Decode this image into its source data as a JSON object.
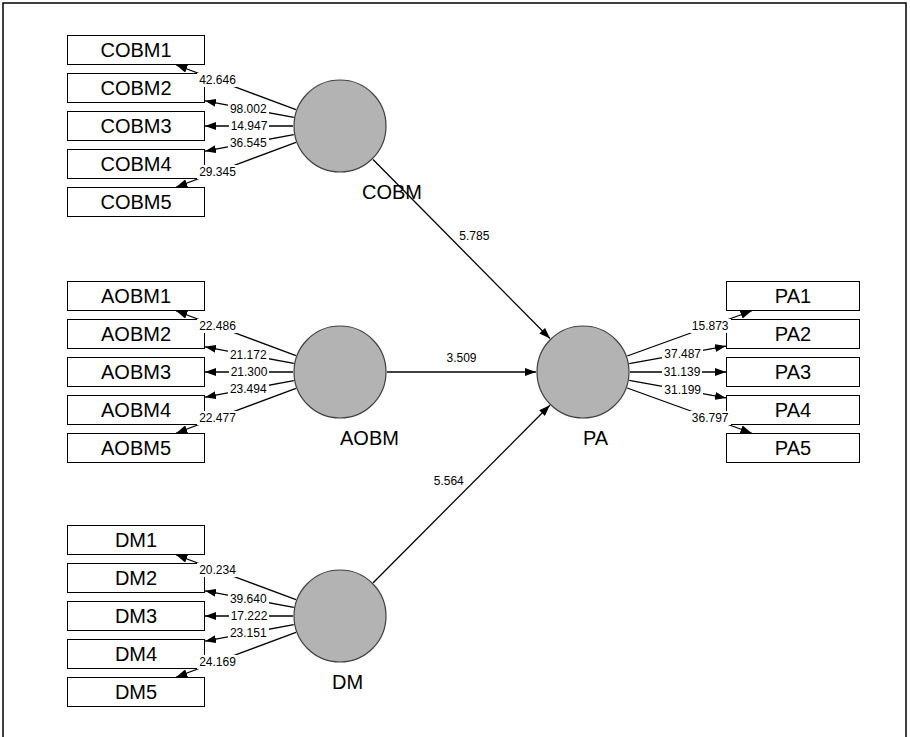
{
  "diagram": {
    "nodes": [
      {
        "text": [
          "COBM1"
        ]
      },
      {
        "text": [
          "COBM2"
        ]
      },
      {
        "text": [
          "COBM3"
        ]
      },
      {
        "text": [
          "COBM4"
        ]
      },
      {
        "text": [
          "COBM5"
        ]
      },
      {
        "text": [
          "COBM"
        ]
      },
      {
        "text": [
          "AOBM1"
        ]
      },
      {
        "text": [
          "AOBM2"
        ]
      },
      {
        "text": [
          "AOBM3"
        ]
      },
      {
        "text": [
          "AOBM4"
        ]
      },
      {
        "text": [
          "AOBM5"
        ]
      },
      {
        "text": [
          "AOBM"
        ]
      },
      {
        "text": [
          "PA"
        ]
      },
      {
        "text": [
          "PA1"
        ]
      },
      {
        "text": [
          "PA2"
        ]
      },
      {
        "text": [
          "PA3"
        ]
      },
      {
        "text": [
          "PA4"
        ]
      },
      {
        "text": [
          "PA5"
        ]
      },
      {
        "text": [
          "DM1"
        ]
      },
      {
        "text": [
          "DM2"
        ]
      },
      {
        "text": [
          "DM3"
        ]
      },
      {
        "text": [
          "DM4"
        ]
      },
      {
        "text": [
          "DM5"
        ]
      },
      {
        "text": [
          "DM"
        ]
      }
    ],
    "edges": [
      {
        "from": 5,
        "to": 0,
        "arrow": "to",
        "label": "42.646"
      },
      {
        "from": 5,
        "to": 1,
        "arrow": "to",
        "label": "98.002"
      },
      {
        "from": 5,
        "to": 2,
        "arrow": "to",
        "label": "14.947"
      },
      {
        "from": 5,
        "to": 3,
        "arrow": "to",
        "label": "36.545"
      },
      {
        "from": 5,
        "to": 4,
        "arrow": "to",
        "label": "29.345"
      },
      {
        "from": 11,
        "to": 6,
        "arrow": "to",
        "label": "22.486"
      },
      {
        "from": 11,
        "to": 7,
        "arrow": "to",
        "label": "21.172"
      },
      {
        "from": 11,
        "to": 8,
        "arrow": "to",
        "label": "21.300"
      },
      {
        "from": 11,
        "to": 9,
        "arrow": "to",
        "label": "23.494"
      },
      {
        "from": 11,
        "to": 10,
        "arrow": "to",
        "label": "22.477"
      },
      {
        "from": 23,
        "to": 18,
        "arrow": "to",
        "label": "20.234"
      },
      {
        "from": 23,
        "to": 19,
        "arrow": "to",
        "label": "39.640"
      },
      {
        "from": 23,
        "to": 20,
        "arrow": "to",
        "label": "17.222"
      },
      {
        "from": 23,
        "to": 21,
        "arrow": "to",
        "label": "23.151"
      },
      {
        "from": 23,
        "to": 22,
        "arrow": "to",
        "label": "24.169"
      },
      {
        "from": 12,
        "to": 13,
        "arrow": "to",
        "label": "15.873"
      },
      {
        "from": 12,
        "to": 14,
        "arrow": "to",
        "label": "37.487"
      },
      {
        "from": 12,
        "to": 15,
        "arrow": "to",
        "label": "31.139"
      },
      {
        "from": 12,
        "to": 16,
        "arrow": "to",
        "label": "31.199"
      },
      {
        "from": 12,
        "to": 17,
        "arrow": "to",
        "label": "36.797"
      },
      {
        "from": 5,
        "to": 12,
        "arrow": "to",
        "label": "5.785"
      },
      {
        "from": 11,
        "to": 12,
        "arrow": "to",
        "label": "3.509"
      },
      {
        "from": 23,
        "to": 12,
        "arrow": "to",
        "label": "5.564"
      }
    ]
  }
}
